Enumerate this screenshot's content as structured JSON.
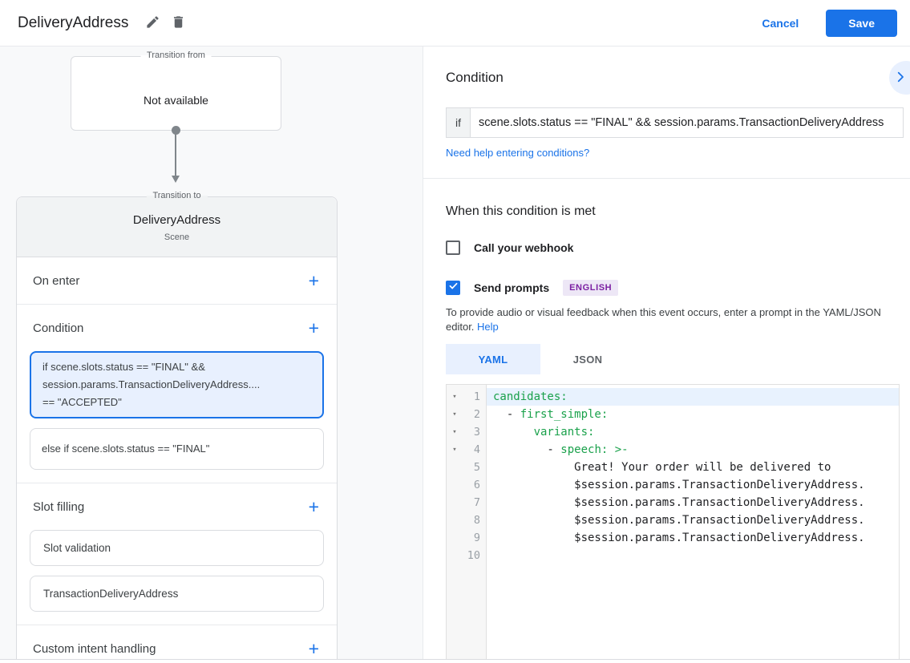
{
  "header": {
    "title": "DeliveryAddress",
    "cancel": "Cancel",
    "save": "Save"
  },
  "icons": {
    "add": "+",
    "fold": "▾",
    "check": "✓"
  },
  "colors": {
    "accent": "#1a73e8",
    "selected_card_bg": "#e8f0fe",
    "badge_bg": "#ede7f6",
    "badge_text": "#7b1fa2",
    "code_key_green": "#1aa14b",
    "left_panel_bg": "#f8f9fa"
  },
  "flow": {
    "from_label": "Transition from",
    "from_value": "Not available",
    "to_label": "Transition to",
    "scene_name": "DeliveryAddress",
    "scene_subtitle": "Scene",
    "sections": {
      "on_enter": "On enter",
      "condition": "Condition",
      "slot_filling": "Slot filling",
      "custom_intent": "Custom intent handling"
    },
    "condition_cards": [
      {
        "selected": true,
        "line1": "if scene.slots.status == \"FINAL\" &&",
        "line2": "session.params.TransactionDeliveryAddress....",
        "line3": "== \"ACCEPTED\""
      },
      {
        "selected": false,
        "text": "else if scene.slots.status == \"FINAL\""
      }
    ],
    "slot_cards": [
      "Slot validation",
      "TransactionDeliveryAddress"
    ]
  },
  "panel": {
    "title": "Condition",
    "if_label": "if",
    "if_value": "scene.slots.status == \"FINAL\" && session.params.TransactionDeliveryAddress",
    "help_link": "Need help entering conditions?",
    "subtitle": "When this condition is met",
    "webhook_label": "Call your webhook",
    "webhook_checked": false,
    "prompts_label": "Send prompts",
    "prompts_checked": true,
    "language_badge": "ENGLISH",
    "desc_text": "To provide audio or visual feedback when this event occurs, enter a prompt in the YAML/JSON editor.",
    "desc_link": "Help",
    "tabs": [
      {
        "label": "YAML",
        "active": true
      },
      {
        "label": "JSON",
        "active": false
      }
    ]
  },
  "editor": {
    "lines": [
      {
        "num": 1,
        "fold": true,
        "highlight": true,
        "segs": [
          [
            "key",
            "candidates:"
          ]
        ]
      },
      {
        "num": 2,
        "fold": true,
        "segs": [
          [
            "plain",
            "  - "
          ],
          [
            "key",
            "first_simple:"
          ]
        ]
      },
      {
        "num": 3,
        "fold": true,
        "segs": [
          [
            "plain",
            "      "
          ],
          [
            "key",
            "variants:"
          ]
        ]
      },
      {
        "num": 4,
        "fold": true,
        "segs": [
          [
            "plain",
            "        - "
          ],
          [
            "key",
            "speech: >-"
          ]
        ]
      },
      {
        "num": 5,
        "segs": [
          [
            "plain",
            "            Great! Your order will be delivered to"
          ]
        ]
      },
      {
        "num": 6,
        "segs": [
          [
            "plain",
            "            $session.params.TransactionDeliveryAddress."
          ]
        ]
      },
      {
        "num": 7,
        "segs": [
          [
            "plain",
            "            $session.params.TransactionDeliveryAddress."
          ]
        ]
      },
      {
        "num": 8,
        "segs": [
          [
            "plain",
            "            $session.params.TransactionDeliveryAddress."
          ]
        ]
      },
      {
        "num": 9,
        "segs": [
          [
            "plain",
            "            $session.params.TransactionDeliveryAddress."
          ]
        ]
      },
      {
        "num": 10,
        "segs": [
          [
            "plain",
            ""
          ]
        ]
      }
    ]
  }
}
